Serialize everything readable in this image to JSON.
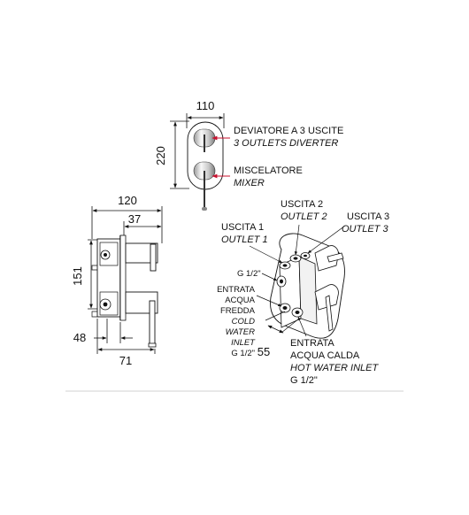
{
  "dimensions": {
    "front_width": "110",
    "front_height": "220",
    "side_width": "120",
    "side_depth": "37",
    "side_height": "151",
    "side_offset": "48",
    "side_body": "71",
    "iso_spacing": "55"
  },
  "labels": {
    "diverter_it": "DEVIATORE A 3 USCITE",
    "diverter_en": "3 OUTLETS DIVERTER",
    "mixer_it": "MISCELATORE",
    "mixer_en": "MIXER",
    "outlet1_it": "USCITA 1",
    "outlet1_en": "OUTLET 1",
    "outlet2_it": "USCITA 2",
    "outlet2_en": "OUTLET 2",
    "outlet3_it": "USCITA 3",
    "outlet3_en": "OUTLET 3",
    "thread": "G 1/2\"",
    "cold_it_1": "ENTRATA",
    "cold_it_2": "ACQUA",
    "cold_it_3": "FREDDA",
    "cold_en_1": "COLD",
    "cold_en_2": "WATER",
    "cold_en_3": "INLET",
    "cold_thread": "G 1/2\"",
    "hot_it_1": "ENTRATA",
    "hot_it_2": "ACQUA CALDA",
    "hot_en": "HOT WATER INLET",
    "hot_thread": "G 1/2\""
  },
  "colors": {
    "line": "#111111",
    "chrome_light": "#f4f4f4",
    "chrome_dark": "#8a8a8a",
    "arrow_red": "#c8102e",
    "baseline": "#d0d0d0"
  }
}
